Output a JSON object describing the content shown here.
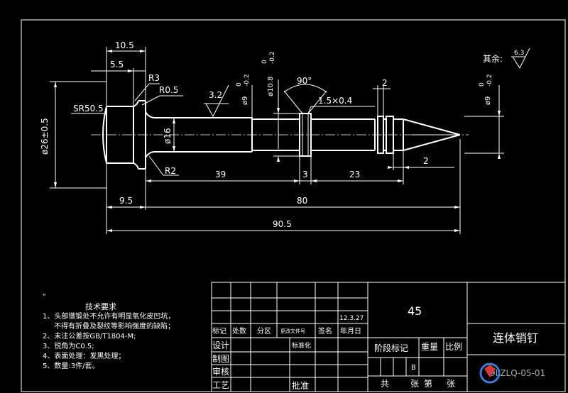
{
  "dimensions": {
    "d10_5": "10.5",
    "d5_5": "5.5",
    "r3": "R3",
    "r0_5": "R0.5",
    "r2": "R2",
    "sr50_5": "SR50.5",
    "dia26": "ø26±0.5",
    "dia16": "ø16",
    "rough32": "3.2",
    "dia9_left": "ø9",
    "dia9_tol": "0",
    "dia9_tol_lo": "-0.2",
    "dia10_8": "ø10.8",
    "dia10_8_tol": "0",
    "dia10_8_tol_lo": "-0.2",
    "angle90": "90°",
    "chamfer": "1.5×0.4",
    "d2_top": "2",
    "d2_right": "2",
    "dia9_right": "ø9",
    "d39": "39",
    "d3": "3",
    "d23": "23",
    "d9_5": "9.5",
    "d80": "80",
    "d90_5": "90.5",
    "rest": "其余:",
    "rest_rough": "6.3"
  },
  "tech_req": {
    "heading": "技术要求",
    "mark": "\"",
    "items": [
      "1、头部镦锻处不允许有明显氧化皮凹坑，",
      "不得有折叠及裂纹等影响强度的缺陷；",
      "2、未注公差按GB/T1804-M;",
      "3、锐角为C0.5;",
      "4、表面处理：发黑处理；",
      "5、数量:3件/套。"
    ]
  },
  "title_block": {
    "material": "45",
    "date": "12.3.27",
    "part_name": "连体销钉",
    "drawing_no": "9LZLQ-05-01",
    "headers": [
      "标记",
      "处数",
      "分区",
      "更改文件号",
      "签名",
      "年月日"
    ],
    "roles": [
      "设计",
      "制图",
      "审核",
      "工艺"
    ],
    "std": "标准化",
    "approve": "批准",
    "stage": "阶段标记",
    "weight": "重量",
    "scale": "比例",
    "stage_value": "B",
    "total": "共",
    "sheet": "张",
    "of": "第",
    "sheet2": "张"
  }
}
